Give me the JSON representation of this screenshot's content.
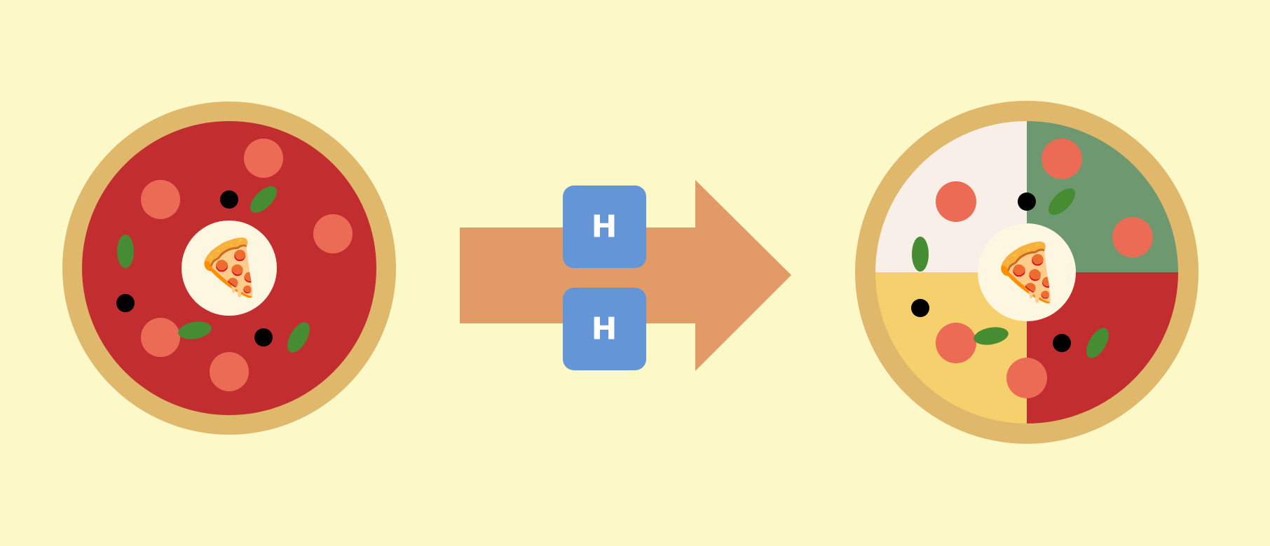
{
  "background_color": "#fcf8c8",
  "colors": {
    "crust": "#dfb86c",
    "sauce": "#c22e2f",
    "pepperoni": "#ec6b55",
    "olive": "#000000",
    "basil": "#468c32",
    "center_plate": "#fdf6e1",
    "arrow": "#e29a66",
    "gate": "#6495d6",
    "gate_text": "#ffffff",
    "quadrant_top_left": "#f8efe9",
    "quadrant_top_right": "#6e9970",
    "quadrant_bottom_left": "#f6d06d",
    "quadrant_bottom_right": "#c22e2f"
  },
  "gates": [
    {
      "label": "H"
    },
    {
      "label": "H"
    }
  ],
  "pizzas": [
    {
      "name": "input-pizza",
      "style": "uniform",
      "center_icon": "pizza-slice-icon",
      "center_glyph": "🍕"
    },
    {
      "name": "output-pizza",
      "style": "quadrants",
      "center_icon": "pizza-slice-icon",
      "center_glyph": "🍕"
    }
  ]
}
